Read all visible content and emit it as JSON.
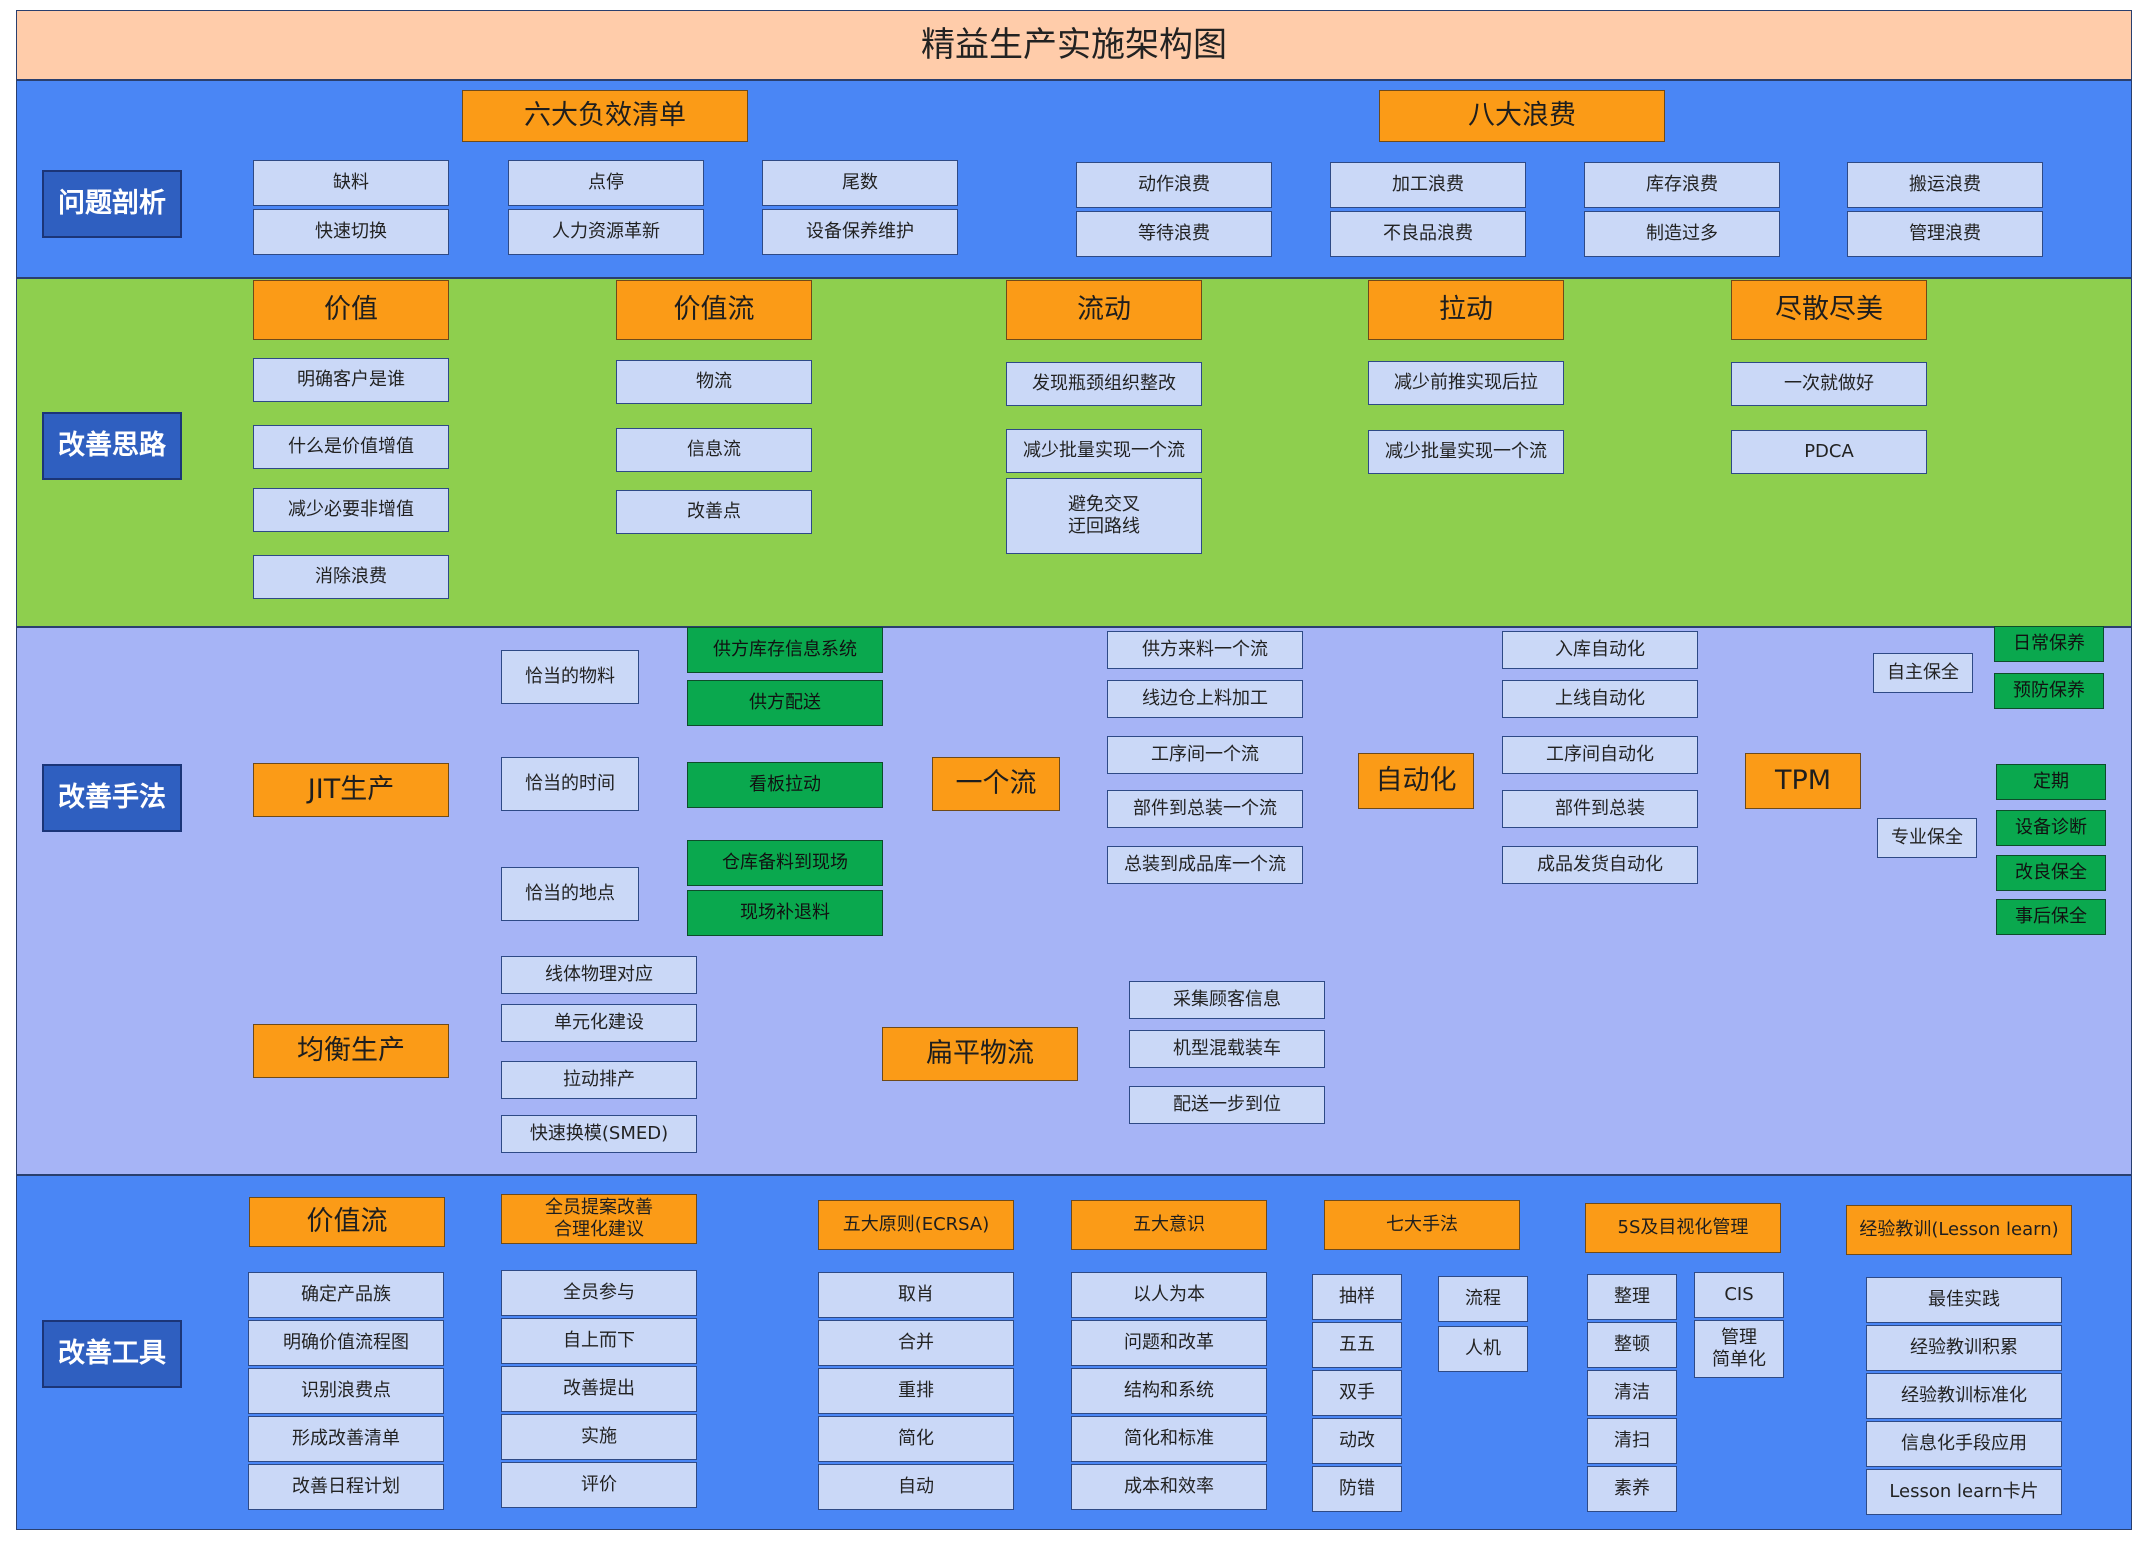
{
  "title": "精益生产实施架构图",
  "sections": [
    {
      "id": "analysis",
      "label": "问题剖析",
      "bg": "#4a86f5"
    },
    {
      "id": "thinking",
      "label": "改善思路",
      "bg": "#8ecf4e"
    },
    {
      "id": "methods",
      "label": "改善手法",
      "bg": "#a6b4f6"
    },
    {
      "id": "tools",
      "label": "改善工具",
      "bg": "#4a86f5"
    }
  ],
  "analysis": {
    "six_title": "六大负效清单",
    "six": [
      "缺料",
      "快速切换",
      "点停",
      "人力资源革新",
      "尾数",
      "设备保养维护"
    ],
    "eight_title": "八大浪费",
    "eight": [
      "动作浪费",
      "等待浪费",
      "加工浪费",
      "不良品浪费",
      "库存浪费",
      "制造过多",
      "搬运浪费",
      "管理浪费"
    ]
  },
  "thinking": {
    "columns": [
      {
        "title": "价值",
        "items": [
          "明确客户是谁",
          "什么是价值增值",
          "减少必要非增值",
          "消除浪费"
        ]
      },
      {
        "title": "价值流",
        "items": [
          "物流",
          "信息流",
          "改善点"
        ]
      },
      {
        "title": "流动",
        "items": [
          "发现瓶颈组织整改",
          "减少批量实现一个流",
          "避免交叉\n迂回路线"
        ]
      },
      {
        "title": "拉动",
        "items": [
          "减少前推实现后拉",
          "减少批量实现一个流"
        ]
      },
      {
        "title": "尽散尽美",
        "items": [
          "一次就做好",
          "PDCA"
        ]
      }
    ]
  },
  "methods": {
    "jit": "JIT生产",
    "right": [
      "恰当的物料",
      "恰当的时间",
      "恰当的地点"
    ],
    "green": [
      "供方库存信息系统",
      "供方配送",
      "看板拉动",
      "仓库备料到现场",
      "现场补退料"
    ],
    "one_flow": "一个流",
    "one_flow_items": [
      "供方来料一个流",
      "线边仓上料加工",
      "工序间一个流",
      "部件到总装一个流",
      "总装到成品库一个流"
    ],
    "auto": "自动化",
    "auto_items": [
      "入库自动化",
      "上线自动化",
      "工序间自动化",
      "部件到总装",
      "成品发货自动化"
    ],
    "tpm": "TPM",
    "self_maint": "自主保全",
    "self_items": [
      "日常保养",
      "预防保养"
    ],
    "pro_maint": "专业保全",
    "pro_items": [
      "定期",
      "设备诊断",
      "改良保全",
      "事后保全"
    ],
    "balance": "均衡生产",
    "balance_items": [
      "线体物理对应",
      "单元化建设",
      "拉动排产",
      "快速换模(SMED)"
    ],
    "flat": "扁平物流",
    "flat_items": [
      "采集顾客信息",
      "机型混载装车",
      "配送一步到位"
    ]
  },
  "tools": {
    "vsm_title": "价值流",
    "vsm": [
      "确定产品族",
      "明确价值流程图",
      "识别浪费点",
      "形成改善清单",
      "改善日程计划"
    ],
    "proposal_title": "全员提案改善\n合理化建议",
    "proposal": [
      "全员参与",
      "自上而下",
      "改善提出",
      "实施",
      "评价"
    ],
    "ecrsa_title": "五大原则(ECRSA)",
    "ecrsa": [
      "取肖",
      "合并",
      "重排",
      "简化",
      "自动"
    ],
    "five_title": "五大意识",
    "five": [
      "以人为本",
      "问题和改革",
      "结构和系统",
      "简化和标准",
      "成本和效率"
    ],
    "seven_title": "七大手法",
    "seven_a": [
      "抽样",
      "五五",
      "双手",
      "动改",
      "防错"
    ],
    "seven_b": [
      "流程",
      "人机"
    ],
    "s5_title": "5S及目视化管理",
    "s5_a": [
      "整理",
      "整顿",
      "清洁",
      "清扫",
      "素养"
    ],
    "s5_b": [
      "CIS",
      "管理\n简单化"
    ],
    "lesson_title": "经验教训(Lesson learn)",
    "lesson": [
      "最佳实践",
      "经验教训积累",
      "经验教训标准化",
      "信息化手段应用",
      "Lesson learn卡片"
    ]
  }
}
